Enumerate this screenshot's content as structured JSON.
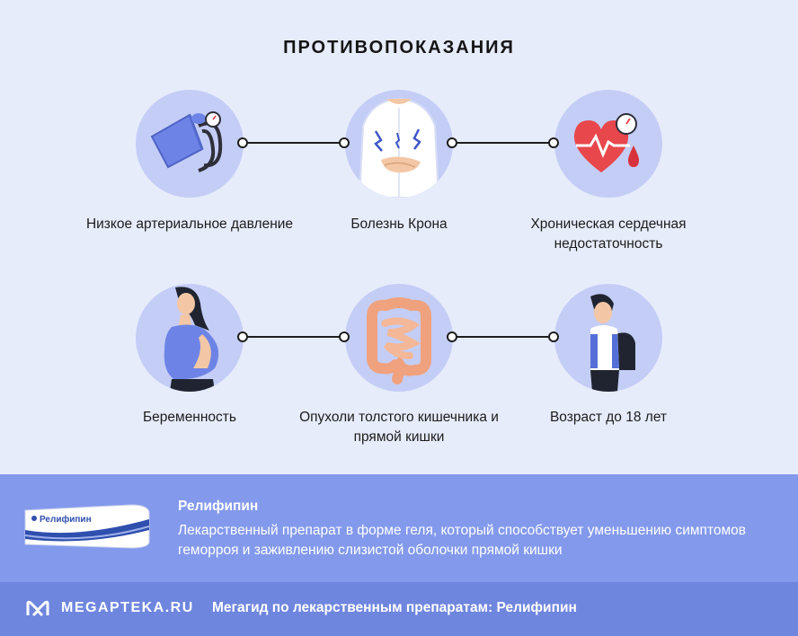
{
  "title": "ПРОТИВОПОКАЗАНИЯ",
  "items": [
    {
      "label": "Низкое артериальное давление",
      "icon": "blood-pressure-monitor-icon"
    },
    {
      "label": "Болезнь Крона",
      "icon": "abdominal-pain-person-icon"
    },
    {
      "label": "Хроническая сердечная недостаточность",
      "icon": "heart-pulse-icon"
    },
    {
      "label": "Беременность",
      "icon": "pregnant-woman-icon"
    },
    {
      "label": "Опухоли толстого кишечника и прямой кишки",
      "icon": "intestines-icon"
    },
    {
      "label": "Возраст до 18 лет",
      "icon": "schoolchild-icon"
    }
  ],
  "product": {
    "name": "Релифипин",
    "description": "Лекарственный препарат в форме геля, который способствует уменьшению симптомов геморроя и заживлению слизистой оболочки прямой кишки",
    "package_label": "Релифипин"
  },
  "footer": {
    "logo_text": "MEGAPTEKA.RU",
    "caption": "Мегагид по лекарственным препаратам: Релифипин"
  },
  "colors": {
    "background": "#e7ecfb",
    "circle": "#c4cdf6",
    "band": "#8399ec",
    "footer": "#6f86df"
  }
}
